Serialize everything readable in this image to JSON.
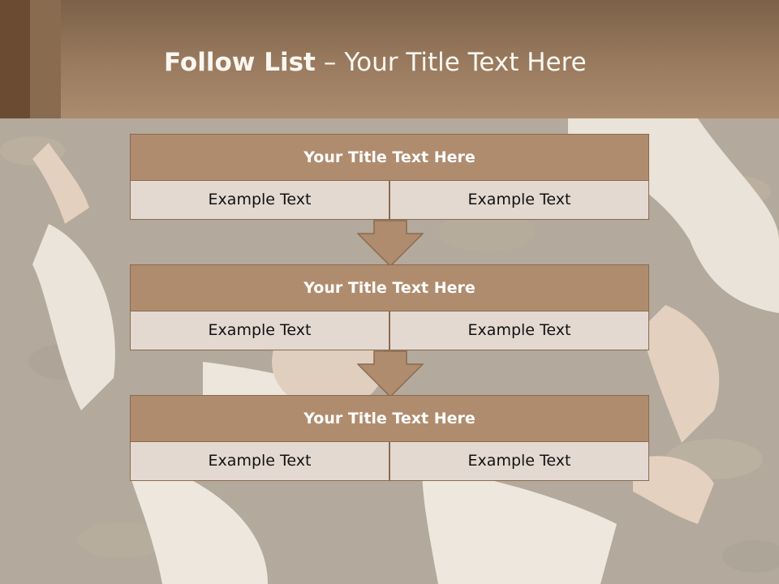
{
  "slide": {
    "title_bold": "Follow List",
    "title_dash": "–",
    "title_rest": "Your Title Text Here"
  },
  "blocks": [
    {
      "heading": "Your Title Text Here",
      "left_text": "Example Text",
      "right_text": "Example Text"
    },
    {
      "heading": "Your Title Text Here",
      "left_text": "Example Text",
      "right_text": "Example Text"
    },
    {
      "heading": "Your Title Text Here",
      "left_text": "Example Text",
      "right_text": "Example Text"
    }
  ],
  "colors": {
    "header": "#9a7b5f",
    "block_heading": "#b08c6e",
    "cell": "#e3d9d1",
    "arrow": "#b08c6e"
  },
  "icons": [
    "down-arrow-icon"
  ]
}
